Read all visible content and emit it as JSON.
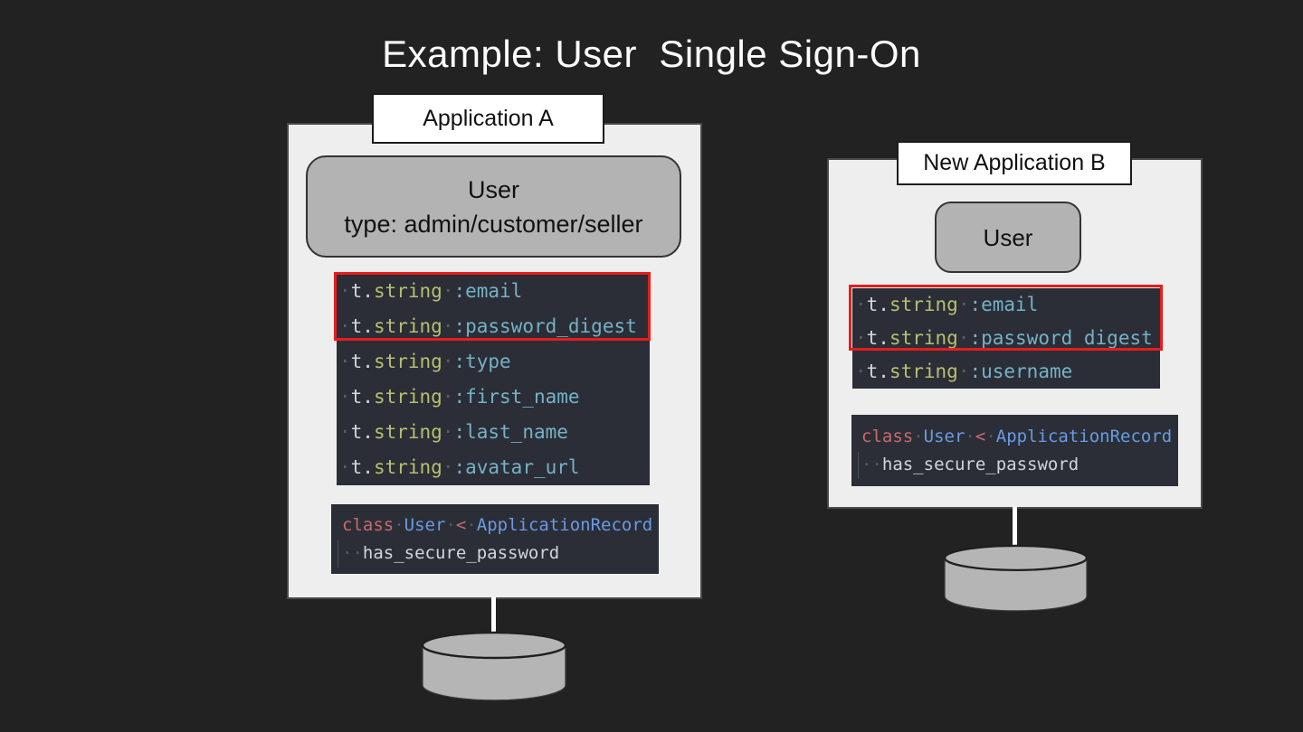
{
  "colors": {
    "slide_bg": "#222222",
    "title_text": "#fcfcfc",
    "panel_bg": "#eeeeee",
    "panel_border": "#4a4a4a",
    "label_bg": "#ffffff",
    "label_border": "#1c1c1c",
    "label_text": "#111111",
    "model_box_bg": "#b3b3b3",
    "model_box_border": "#333333",
    "model_box_text": "#111111",
    "code_bg": "#2b2e37",
    "code_plain": "#d2d5da",
    "code_method": "#b8bf6e",
    "code_symbol": "#74b2c5",
    "code_keyword": "#c96a6a",
    "code_operator": "#c96a6a",
    "code_class": "#689be4",
    "code_ws": "#565c66",
    "highlight_border": "#e81c1c",
    "connector": "#ffffff",
    "cylinder_fill": "#b5b5b5",
    "cylinder_stroke": "#1f1f1f"
  },
  "title": "Example: User  Single Sign-On",
  "app_a": {
    "label": "Application A",
    "model_lines": [
      "User",
      "type: admin/customer/seller"
    ],
    "migration_lines": [
      [
        {
          "t": "·",
          "c": "ws"
        },
        {
          "t": "t.",
          "c": "plain"
        },
        {
          "t": "string",
          "c": "method"
        },
        {
          "t": "·",
          "c": "ws"
        },
        {
          "t": ":email",
          "c": "symbol"
        }
      ],
      [
        {
          "t": "·",
          "c": "ws"
        },
        {
          "t": "t.",
          "c": "plain"
        },
        {
          "t": "string",
          "c": "method"
        },
        {
          "t": "·",
          "c": "ws"
        },
        {
          "t": ":password_digest",
          "c": "symbol"
        }
      ],
      [
        {
          "t": "·",
          "c": "ws"
        },
        {
          "t": "t.",
          "c": "plain"
        },
        {
          "t": "string",
          "c": "method"
        },
        {
          "t": "·",
          "c": "ws"
        },
        {
          "t": ":type",
          "c": "symbol"
        }
      ],
      [
        {
          "t": "·",
          "c": "ws"
        },
        {
          "t": "t.",
          "c": "plain"
        },
        {
          "t": "string",
          "c": "method"
        },
        {
          "t": "·",
          "c": "ws"
        },
        {
          "t": ":first_name",
          "c": "symbol"
        }
      ],
      [
        {
          "t": "·",
          "c": "ws"
        },
        {
          "t": "t.",
          "c": "plain"
        },
        {
          "t": "string",
          "c": "method"
        },
        {
          "t": "·",
          "c": "ws"
        },
        {
          "t": ":last_name",
          "c": "symbol"
        }
      ],
      [
        {
          "t": "·",
          "c": "ws"
        },
        {
          "t": "t.",
          "c": "plain"
        },
        {
          "t": "string",
          "c": "method"
        },
        {
          "t": "·",
          "c": "ws"
        },
        {
          "t": ":avatar_url",
          "c": "symbol"
        }
      ]
    ],
    "class_lines": [
      [
        {
          "t": "class",
          "c": "keyword"
        },
        {
          "t": "·",
          "c": "ws"
        },
        {
          "t": "User",
          "c": "class"
        },
        {
          "t": "·",
          "c": "ws"
        },
        {
          "t": "<",
          "c": "operator"
        },
        {
          "t": "·",
          "c": "ws"
        },
        {
          "t": "ApplicationRecord",
          "c": "class"
        }
      ],
      [
        {
          "t": "··",
          "c": "ws"
        },
        {
          "t": "has_secure_password",
          "c": "plain"
        }
      ]
    ]
  },
  "app_b": {
    "label": "New Application B",
    "model_lines": [
      "User"
    ],
    "migration_lines": [
      [
        {
          "t": "·",
          "c": "ws"
        },
        {
          "t": "t.",
          "c": "plain"
        },
        {
          "t": "string",
          "c": "method"
        },
        {
          "t": "·",
          "c": "ws"
        },
        {
          "t": ":email",
          "c": "symbol"
        }
      ],
      [
        {
          "t": "·",
          "c": "ws"
        },
        {
          "t": "t.",
          "c": "plain"
        },
        {
          "t": "string",
          "c": "method"
        },
        {
          "t": "·",
          "c": "ws"
        },
        {
          "t": ":password_digest",
          "c": "symbol"
        }
      ],
      [
        {
          "t": "·",
          "c": "ws"
        },
        {
          "t": "t.",
          "c": "plain"
        },
        {
          "t": "string",
          "c": "method"
        },
        {
          "t": "·",
          "c": "ws"
        },
        {
          "t": ":username",
          "c": "symbol"
        }
      ]
    ],
    "class_lines": [
      [
        {
          "t": "class",
          "c": "keyword"
        },
        {
          "t": "·",
          "c": "ws"
        },
        {
          "t": "User",
          "c": "class"
        },
        {
          "t": "·",
          "c": "ws"
        },
        {
          "t": "<",
          "c": "operator"
        },
        {
          "t": "·",
          "c": "ws"
        },
        {
          "t": "ApplicationRecord",
          "c": "class"
        }
      ],
      [
        {
          "t": "··",
          "c": "ws"
        },
        {
          "t": "has_secure_password",
          "c": "plain"
        }
      ]
    ]
  }
}
